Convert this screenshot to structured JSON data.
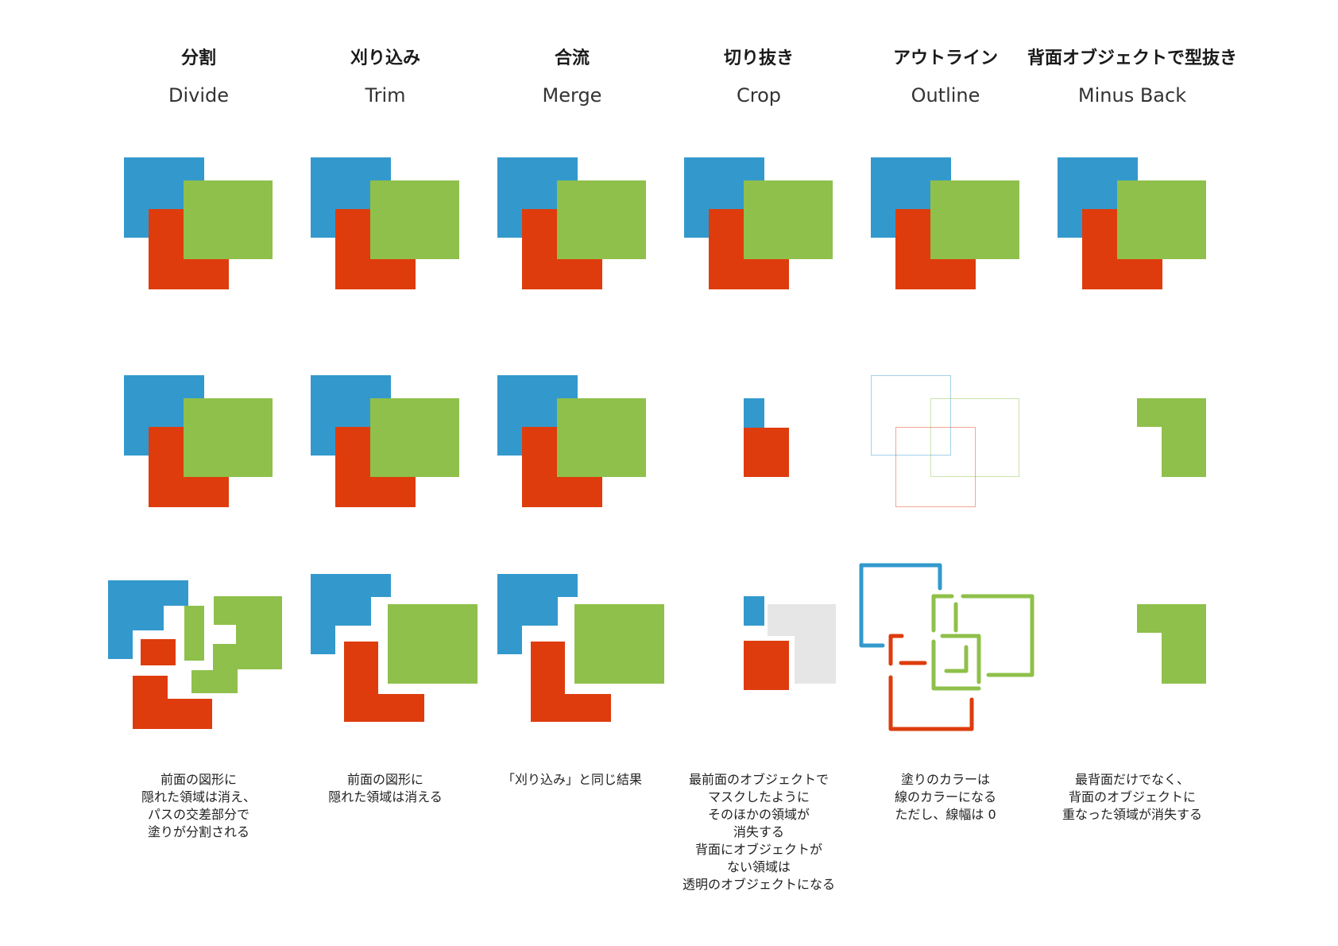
{
  "colors": {
    "blue": "#3399cc",
    "red": "#de3c0d",
    "green": "#8fc04b",
    "gray": "#e6e6e6"
  },
  "columns": [
    {
      "title_jp": "分割",
      "title_en": "Divide",
      "note": "前面の図形に\n隠れた領域は消え、\nパスの交差部分で\n塗りが分割される"
    },
    {
      "title_jp": "刈り込み",
      "title_en": "Trim",
      "note": "前面の図形に\n隠れた領域は消える"
    },
    {
      "title_jp": "合流",
      "title_en": "Merge",
      "note": "「刈り込み」と同じ結果"
    },
    {
      "title_jp": "切り抜き",
      "title_en": "Crop",
      "note": "最前面のオブジェクトで\nマスクしたように\nそのほかの領域が\n消失する\n背面にオブジェクトが\nない領域は\n透明のオブジェクトになる"
    },
    {
      "title_jp": "アウトライン",
      "title_en": "Outline",
      "note": "塗りのカラーは\n線のカラーになる\nただし、線幅は 0"
    },
    {
      "title_jp": "背面オブジェクトで型抜き",
      "title_en": "Minus Back",
      "note": "最背面だけでなく、\n背面のオブジェクトに\n重なった領域が消失する"
    }
  ]
}
